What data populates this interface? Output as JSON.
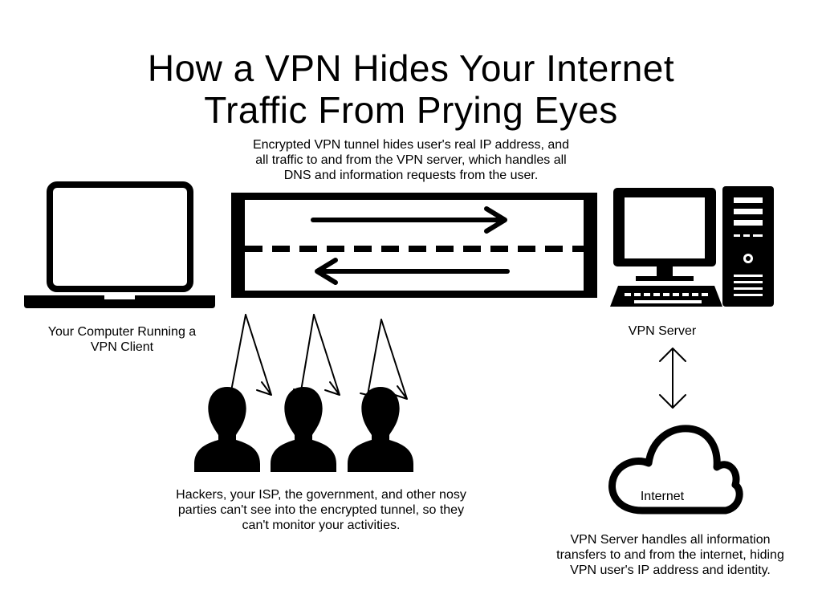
{
  "title": {
    "line1": "How a VPN Hides Your Internet",
    "line2": "Traffic From Prying Eyes"
  },
  "tunnel": {
    "caption_lines": [
      "Encrypted VPN tunnel hides user's real IP address, and",
      "all traffic to and from the VPN server, which handles all",
      "DNS and information requests from the user."
    ]
  },
  "laptop": {
    "label_lines": [
      "Your Computer Running a",
      "VPN Client"
    ],
    "icon": "laptop-icon"
  },
  "server": {
    "label": "VPN Server",
    "icon": "desktop-server-icon"
  },
  "observers": {
    "caption_lines": [
      "Hackers, your ISP, the government, and other nosy",
      "parties can't see into the encrypted tunnel, so they",
      "can't monitor your activities."
    ],
    "icon": "person-silhouette-icon",
    "count": 3
  },
  "internet": {
    "label": "Internet",
    "icon": "cloud-icon",
    "caption_lines": [
      "VPN Server handles all information",
      "transfers to and from the internet, hiding",
      "VPN user's IP address and identity."
    ]
  },
  "colors": {
    "ink": "#000000",
    "background": "#ffffff"
  }
}
